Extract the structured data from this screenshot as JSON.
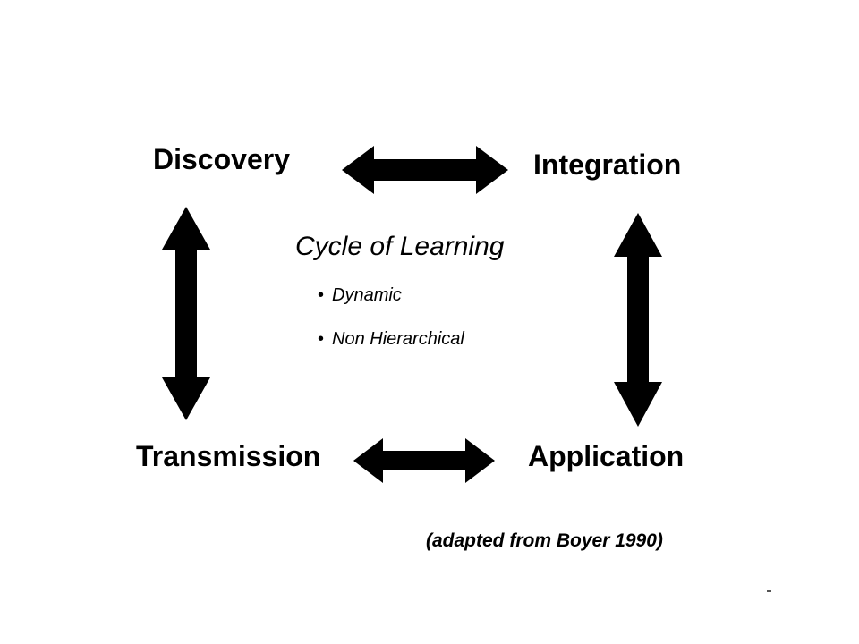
{
  "diagram": {
    "nodes": {
      "discovery": "Discovery",
      "integration": "Integration",
      "transmission": "Transmission",
      "application": "Application"
    },
    "center": {
      "title": "Cycle of Learning",
      "bullets": [
        "Dynamic",
        "Non Hierarchical"
      ],
      "bullet_marker": "•"
    },
    "attribution": "(adapted from Boyer 1990)",
    "edges": [
      {
        "from": "discovery",
        "to": "integration",
        "kind": "double-arrow"
      },
      {
        "from": "integration",
        "to": "application",
        "kind": "double-arrow"
      },
      {
        "from": "application",
        "to": "transmission",
        "kind": "double-arrow"
      },
      {
        "from": "transmission",
        "to": "discovery",
        "kind": "double-arrow"
      }
    ],
    "colors": {
      "arrow": "#000000",
      "text": "#000000",
      "background": "#ffffff"
    }
  }
}
